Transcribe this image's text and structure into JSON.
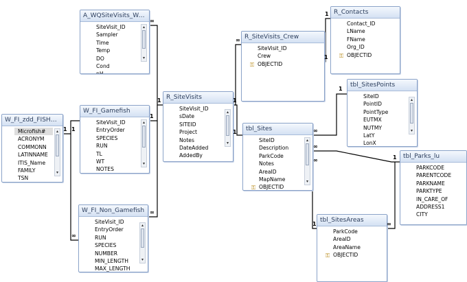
{
  "tables": {
    "wq_sitevisits": {
      "title": "A_WQSiteVisits_Wate...",
      "fields": [
        "SiteVisit_ID",
        "Sampler",
        "Time",
        "Temp",
        "DO",
        "Cond",
        "pH"
      ]
    },
    "r_sitevisits_crew": {
      "title": "R_SiteVisits_Crew",
      "fields": [
        "SiteVisit_ID",
        "Crew",
        "OBJECTID"
      ]
    },
    "r_contacts": {
      "title": "R_Contacts",
      "fields": [
        "Contact_ID",
        "LName",
        "FName",
        "Org_ID",
        "OBJECTID"
      ]
    },
    "fish_species": {
      "title": "W_FI_zdd_FISH_S...",
      "fields": [
        "Microfish#",
        "ACRONYM",
        "COMMONN",
        "LATINNAME",
        "ITIS_Name",
        "FAMILY",
        "TSN"
      ]
    },
    "w_fi_gamefish": {
      "title": "W_FI_Gamefish",
      "fields": [
        "SiteVisit_ID",
        "EntryOrder",
        "SPECIES",
        "RUN",
        "TL",
        "WT",
        "NOTES"
      ]
    },
    "r_sitevisits": {
      "title": "R_SiteVisits",
      "fields": [
        "SiteVisit_ID",
        "sDate",
        "SITEID",
        "Project",
        "Notes",
        "DateAdded",
        "AddedBy"
      ]
    },
    "tbl_sites": {
      "title": "tbl_Sites",
      "fields": [
        "SiteID",
        "Description",
        "ParkCode",
        "Notes",
        "AreaID",
        "MapName",
        "OBJECTID"
      ]
    },
    "tbl_sitespoints": {
      "title": "tbl_SitesPoints",
      "fields": [
        "SiteID",
        "PointID",
        "PointType",
        "EUTMX",
        "NUTMY",
        "LatY",
        "LonX"
      ]
    },
    "tbl_parks_lu": {
      "title": "tbl_Parks_lu",
      "fields": [
        "PARKCODE",
        "PARENTCODE",
        "PARKNAME",
        "PARKTYPE",
        "IN_CARE_OF",
        "ADDRESS1",
        "CITY"
      ]
    },
    "w_fi_non_gamefish": {
      "title": "W_FI_Non_Gamefish",
      "fields": [
        "SiteVisit_ID",
        "EntryOrder",
        "RUN",
        "SPECIES",
        "NUMBER",
        "MIN_LENGTH",
        "MAX_LENGTH"
      ]
    },
    "tbl_sitesareas": {
      "title": "tbl_SitesAreas",
      "fields": [
        "ParkCode",
        "AreaID",
        "AreaName",
        "OBJECTID"
      ]
    }
  },
  "cardinality": {
    "one": "1",
    "many": "∞"
  },
  "icons": {
    "primary_key": "key-icon",
    "scroll_up": "arrow-up-icon",
    "scroll_down": "arrow-down-icon"
  },
  "colors": {
    "line": "#000000",
    "border": "#8aa2c8",
    "title_bg": "#d4e1f3"
  }
}
